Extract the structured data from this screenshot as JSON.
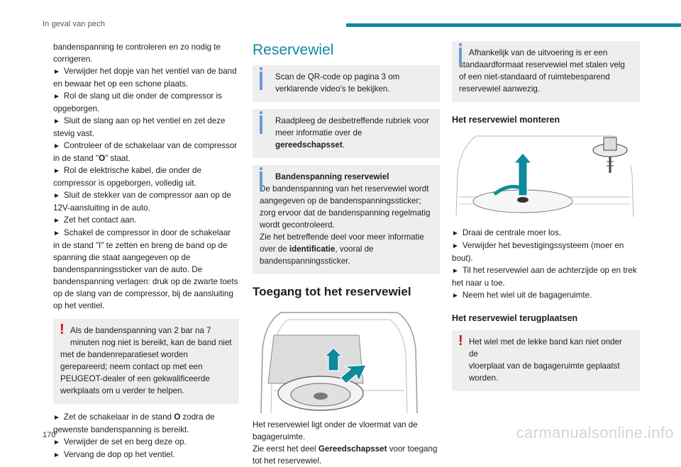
{
  "header": {
    "section": "In geval van pech"
  },
  "page_number": "170",
  "watermark": "carmanualsonline.info",
  "col1": {
    "lines": [
      "bandenspanning te controleren en zo nodig te corrigeren.",
      "Verwijder het dopje van het ventiel van de band en bewaar het op een schone plaats.",
      "Rol de slang uit die onder de compressor is opgeborgen.",
      "Sluit de slang aan op het ventiel en zet deze stevig vast.",
      "Controleer of de schakelaar van de compressor in de stand \"",
      "O",
      "\" staat.",
      "Rol de elektrische kabel, die onder de compressor is opgeborgen, volledig uit.",
      "Sluit de stekker van de compressor aan op de 12V-aansluiting in de auto.",
      "Zet het contact aan.",
      "Schakel de compressor in door de schakelaar in de stand \"I\" te zetten en breng de band op de spanning die staat aangegeven op de bandenspanningssticker van de auto. De bandenspanning verlagen: druk op de zwarte toets op de slang van de compressor, bij de aansluiting op het ventiel."
    ],
    "warning": {
      "first": "Als de bandenspanning van 2 bar na 7 minuten nog niet is bereikt, kan de band niet",
      "rest": "met de bandenreparatieset worden gerepareerd; neem contact op met een PEUGEOT-dealer of een gekwalificeerde werkplaats om u verder te helpen."
    },
    "after": {
      "s1_pre": "Zet de schakelaar in de stand ",
      "s1_bold": "O",
      "s1_post": " zodra de gewenste bandenspanning is bereikt.",
      "s2": "Verwijder de set en berg deze op.",
      "s3": "Vervang de dop op het ventiel."
    }
  },
  "col2": {
    "title": "Reservewiel",
    "note1": "Scan de QR-code op pagina 3 om verklarende video's te bekijken.",
    "note2_pre": "Raadpleeg de desbetreffende rubriek voor meer informatie over de ",
    "note2_bold": "gereedschapsset",
    "note2_post": ".",
    "note3": {
      "title": "Bandenspanning reservewiel",
      "body1": "De bandenspanning van het reservewiel wordt aangegeven op de bandenspanningssticker; zorg ervoor dat de bandenspanning regelmatig wordt gecontroleerd.",
      "body2_pre": "Zie het betreffende deel voor meer informatie over de ",
      "body2_bold": "identificatie",
      "body2_post": ", vooral de bandenspanningssticker."
    },
    "section_title": "Toegang tot het reservewiel",
    "caption1": "Het reservewiel ligt onder de vloermat van de bagageruimte.",
    "caption2_pre": "Zie eerst het deel ",
    "caption2_bold": "Gereedschapsset",
    "caption2_post": " voor toegang tot het reservewiel."
  },
  "col3": {
    "note": "Afhankelijk van de uitvoering is er een standaardformaat reservewiel met stalen velg of een niet-standaard of ruimtebesparend reservewiel aanwezig.",
    "mount_title": "Het reservewiel monteren",
    "steps": [
      "Draai de centrale moer los.",
      "Verwijder het bevestigingssysteem (moer en bout).",
      "Til het reservewiel aan de achterzijde op en trek het naar u toe.",
      "Neem het wiel uit de bagageruimte."
    ],
    "replace_title": "Het reservewiel terugplaatsen",
    "warning": {
      "first": "Het wiel met de lekke band kan niet onder de",
      "rest": "vloerplaat van de bagageruimte geplaatst worden."
    }
  },
  "colors": {
    "accent": "#0e8a9d",
    "info": "#6b9bd2",
    "warning": "#e2001a",
    "note_bg": "#eeeeee"
  }
}
